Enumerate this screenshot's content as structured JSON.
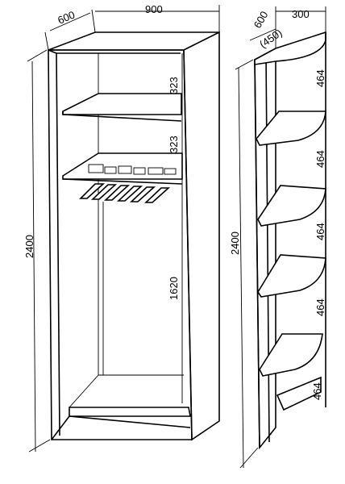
{
  "wardrobe": {
    "depth_label": "600",
    "width_label": "900",
    "height_label": "2400",
    "shelf_gap_1": "323",
    "shelf_gap_2": "323",
    "hanging_height": "1620"
  },
  "corner_shelf": {
    "depth_label": "600",
    "depth_alt_label": "(450)",
    "width_label": "300",
    "height_label": "2400",
    "section_labels": [
      "464",
      "464",
      "464",
      "464",
      "464"
    ]
  }
}
